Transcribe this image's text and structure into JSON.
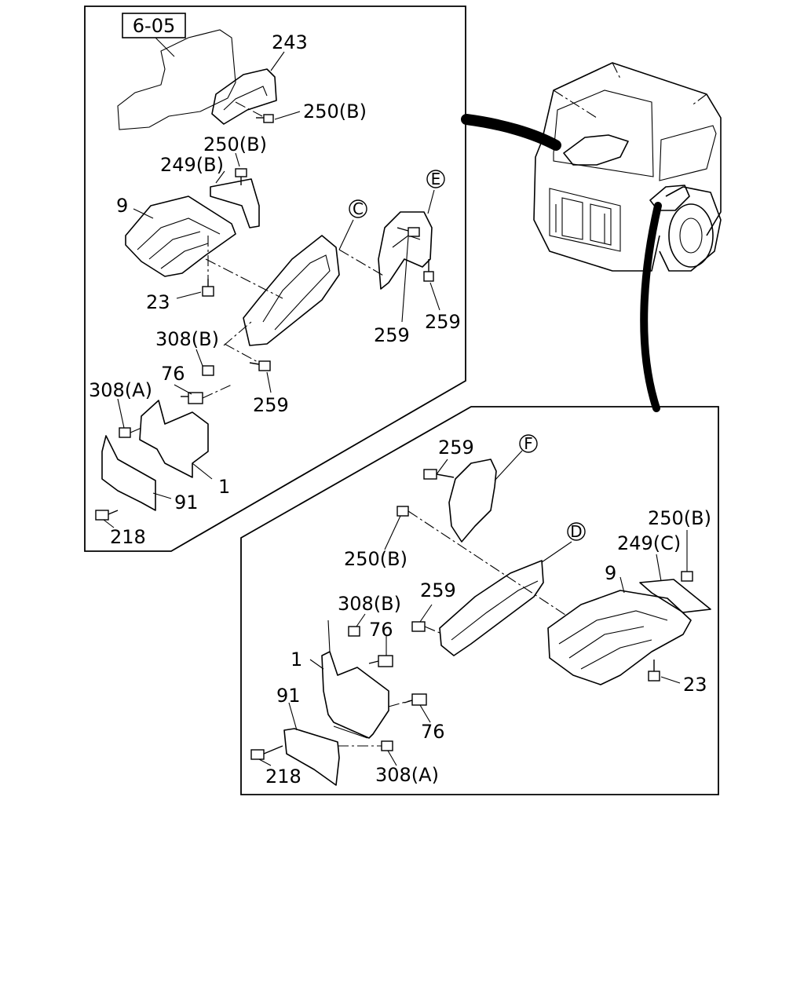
{
  "section_ref": "6-05",
  "circle_refs": {
    "C": "C",
    "D": "D",
    "E": "E",
    "F": "F"
  },
  "upper_view": {
    "labels": {
      "p243": "243",
      "p250b_a": "250(B)",
      "p250b_b": "250(B)",
      "p249b": "249(B)",
      "p9": "9",
      "p23": "23",
      "p308b": "308(B)",
      "p76": "76",
      "p308a": "308(A)",
      "p1": "1",
      "p91": "91",
      "p218": "218",
      "p259_a": "259",
      "p259_b": "259",
      "p259_c": "259"
    }
  },
  "lower_view": {
    "labels": {
      "p259_a": "259",
      "p250b_a": "250(B)",
      "p250b_b": "250(B)",
      "p249c": "249(C)",
      "p9": "9",
      "p259_b": "259",
      "p308b": "308(B)",
      "p76_a": "76",
      "p1": "1",
      "p23": "23",
      "p91": "91",
      "p76_b": "76",
      "p218": "218",
      "p308a": "308(A)"
    }
  }
}
